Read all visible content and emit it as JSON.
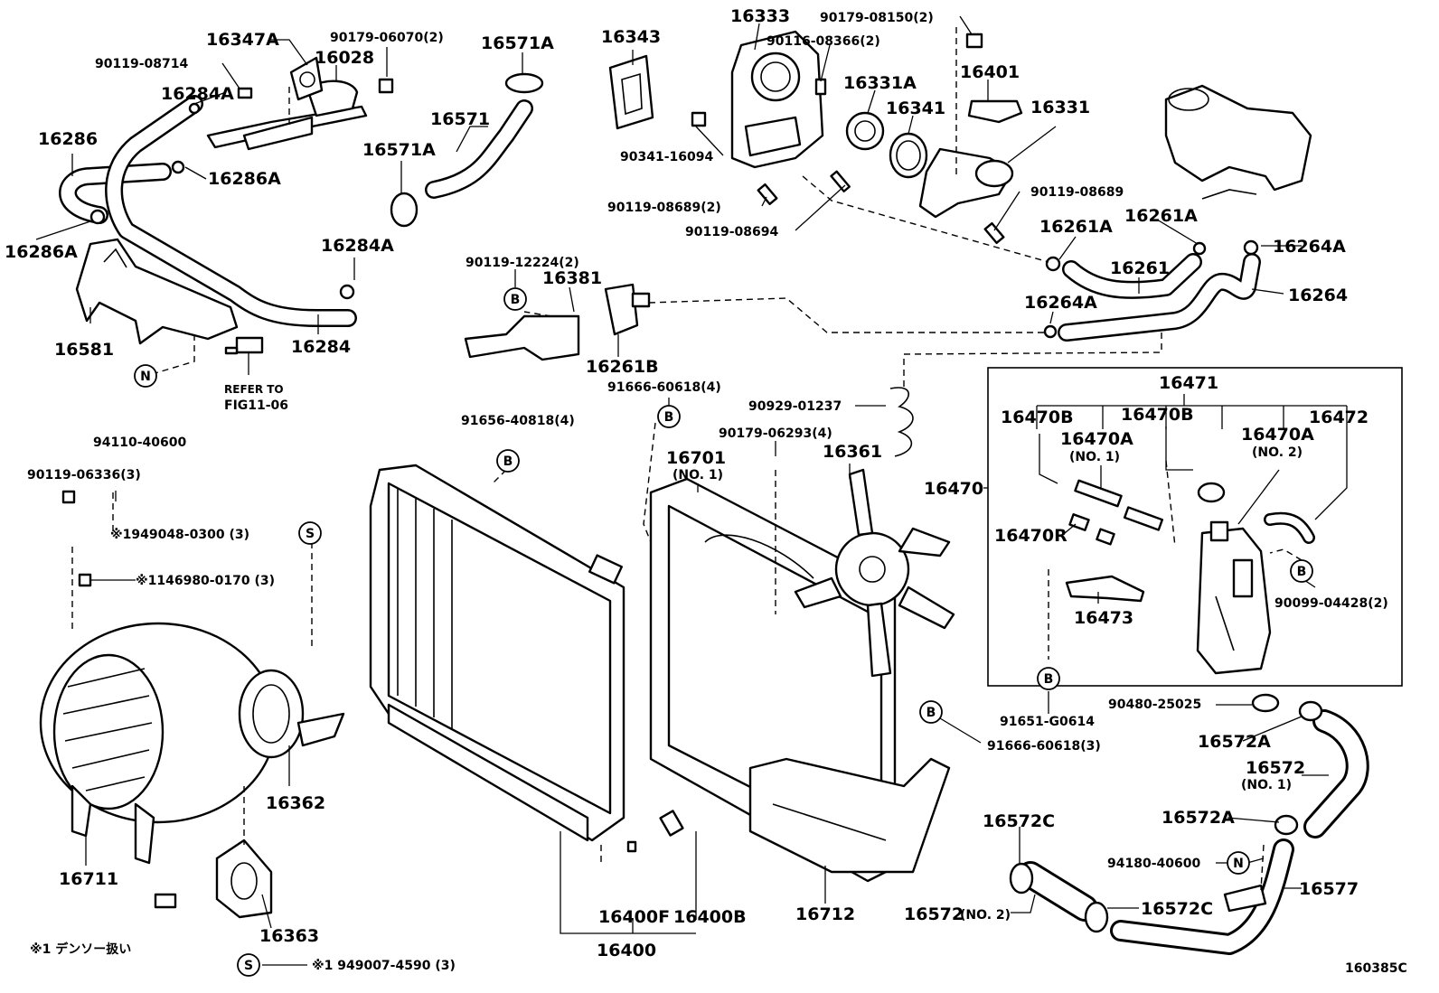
{
  "diagram_code": "160385C",
  "footnote": "※1 デンソー扱い",
  "box_group": {
    "id": "16470",
    "top": "16471"
  },
  "badges": {
    "b": "B",
    "n": "N",
    "s": "S"
  },
  "labels": {
    "p16347A": "16347A",
    "p90179_06070": "90179-06070(2)",
    "p16571A_top": "16571A",
    "p90119_08714": "90119-08714",
    "p16028": "16028",
    "p16284A_top": "16284A",
    "p16286": "16286",
    "p16571": "16571",
    "p16286A_mid": "16286A",
    "p16571A_mid": "16571A",
    "p16286A_low": "16286A",
    "p16581": "16581",
    "p16284A_low": "16284A",
    "p16284": "16284",
    "refer": "REFER TO",
    "fig": "FIG11-06",
    "p94110": "94110-40600",
    "p16343": "16343",
    "p16333": "16333",
    "p90179_08150": "90179-08150(2)",
    "p90116_08366": "90116-08366(2)",
    "p16401": "16401",
    "p16331A": "16331A",
    "p16341": "16341",
    "p16331": "16331",
    "p90341_16094": "90341-16094",
    "p90119_08689_2": "90119-08689(2)",
    "p90119_08694": "90119-08694",
    "p90119_08689": "90119-08689",
    "p16261A_1": "16261A",
    "p16261A_2": "16261A",
    "p16264A_r": "16264A",
    "p16261": "16261",
    "p16264": "16264",
    "p16264A_l": "16264A",
    "p90119_12224": "90119-12224(2)",
    "p16381": "16381",
    "p16261B": "16261B",
    "p91666_60618_4": "91666-60618(4)",
    "p90929": "90929-01237",
    "p91656_40818": "91656-40818(4)",
    "p90179_06293": "90179-06293(4)",
    "p16701": "16701",
    "p16701_no": "(NO. 1)",
    "p16361": "16361",
    "p16470B_l": "16470B",
    "p16470A_1": "16470A",
    "p16470A_1_no": "(NO. 1)",
    "p16470B_r": "16470B",
    "p16470A_2": "16470A",
    "p16470A_2_no": "(NO. 2)",
    "p16472": "16472",
    "p16470R": "16470R",
    "p16473": "16473",
    "p90099": "90099-04428(2)",
    "p91651": "91651-G0614",
    "p90480": "90480-25025",
    "p16572A_1": "16572A",
    "p16572": "16572",
    "p16572_no": "(NO. 1)",
    "p91666_60618_3": "91666-60618(3)",
    "p16572A_2": "16572A",
    "p94180": "94180-40600",
    "p16577": "16577",
    "p16572C_top": "16572C",
    "p16572_2": "16572",
    "p16572_2_no": "(NO. 2)",
    "p16572C_bot": "16572C",
    "p90119_06336": "90119-06336(3)",
    "p1949048": "※1949048-0300 (3)",
    "p1146980": "※1146980-0170 (3)",
    "p16362": "16362",
    "p16711": "16711",
    "p16363": "16363",
    "p949007": "※1 949007-4590 (3)",
    "p16400F": "16400F",
    "p16400B": "16400B",
    "p16400": "16400",
    "p16712": "16712"
  }
}
